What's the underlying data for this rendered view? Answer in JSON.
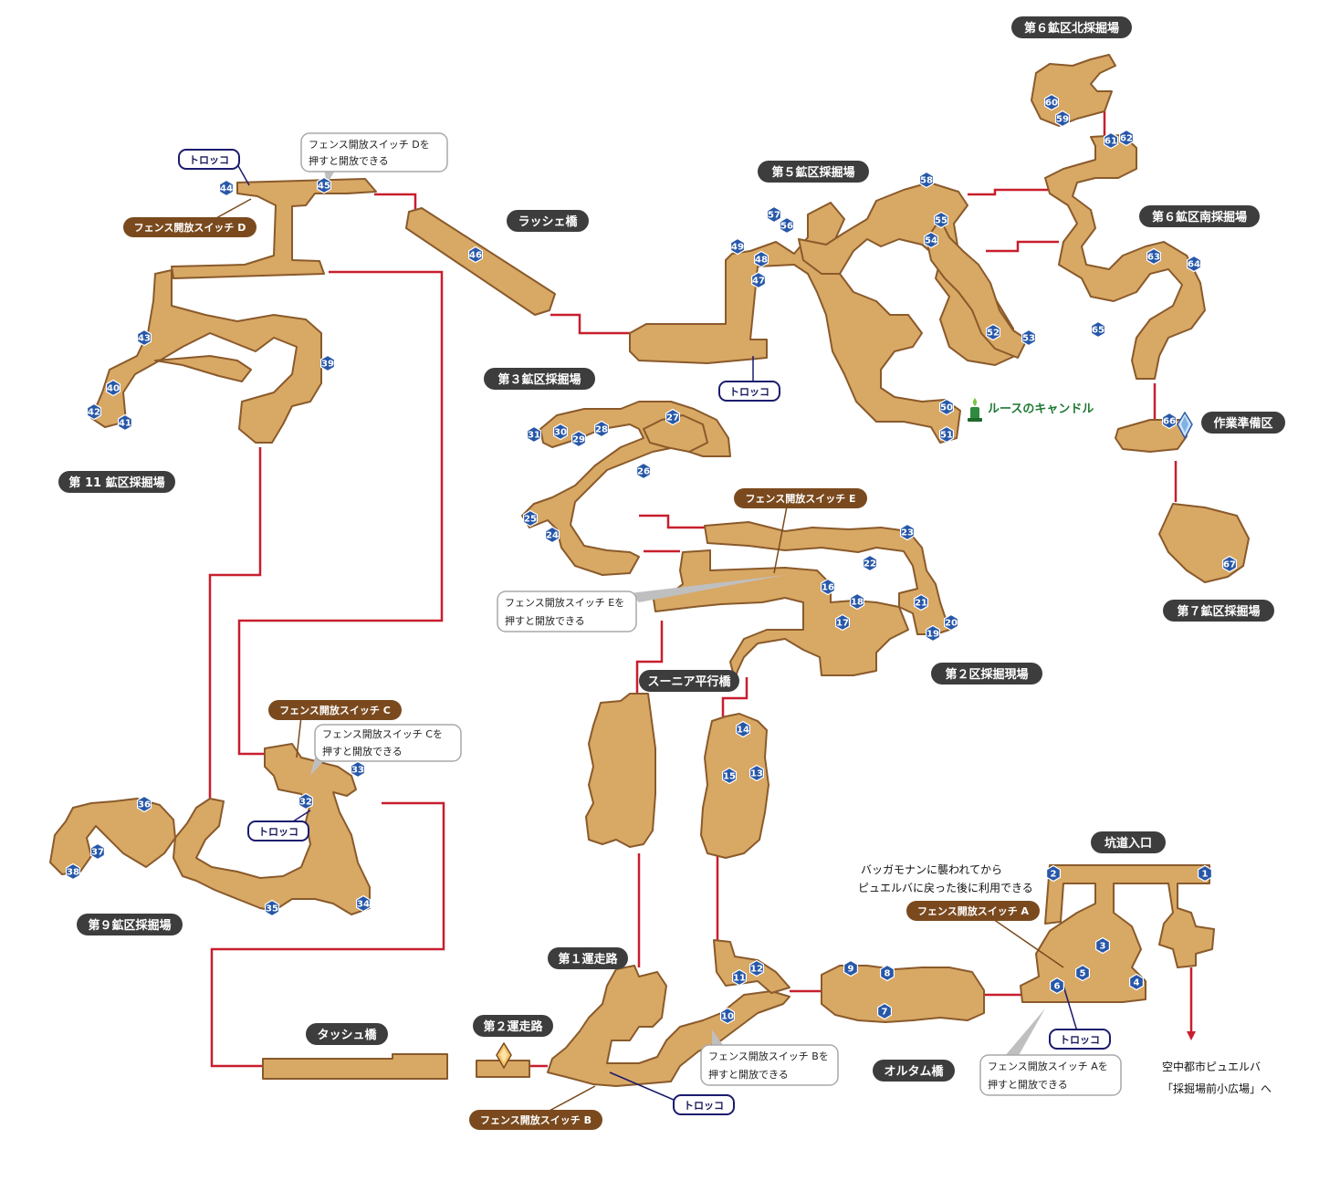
{
  "colors": {
    "floor": "#d8a865",
    "floor_edge": "#8a5a2b",
    "connector": "#c81e2d",
    "area_label_bg": "#3d3d3d",
    "switch_label_bg": "#7a4a1e",
    "trolley_border": "#1b1b6e",
    "marker": "#2757a8",
    "candle": "#1e7a32"
  },
  "areas": {
    "mine6_north": "第６鉱区北採掘場",
    "mine6_south": "第６鉱区南採掘場",
    "mine5": "第５鉱区採掘場",
    "rasshe_bridge": "ラッシェ橋",
    "mine3": "第３鉱区採掘場",
    "mine11": "第 11 鉱区採掘場",
    "mine7": "第７鉱区採掘場",
    "work_prep": "作業準備区",
    "mine2": "第２区採掘現場",
    "suunia_bridge": "スーニア平行橋",
    "mine9": "第９鉱区採掘場",
    "pit_entrance": "坑道入口",
    "runway1": "第１運走路",
    "runway2": "第２運走路",
    "tasshu_bridge": "タッシュ橋",
    "orutamu_bridge": "オルタム橋"
  },
  "switches": {
    "a": "フェンス開放スイッチ A",
    "b": "フェンス開放スイッチ B",
    "c": "フェンス開放スイッチ C",
    "d": "フェンス開放スイッチ D",
    "e": "フェンス開放スイッチ E"
  },
  "callouts": {
    "d": [
      "フェンス開放スイッチ Dを",
      "押すと開放できる"
    ],
    "e": [
      "フェンス開放スイッチ Eを",
      "押すと開放できる"
    ],
    "c": [
      "フェンス開放スイッチ Cを",
      "押すと開放できる"
    ],
    "b": [
      "フェンス開放スイッチ Bを",
      "押すと開放できる"
    ],
    "a": [
      "フェンス開放スイッチ Aを",
      "押すと開放できる"
    ]
  },
  "trolley": "トロッコ",
  "candle": "ルースのキャンドル",
  "notes": {
    "baggamonan": [
      "バッガモナンに襲われてから",
      "ピュエルバに戻った後に利用できる"
    ],
    "exit": [
      "空中都市ピュエルバ",
      "「採掘場前小広場」へ"
    ]
  },
  "markers": [
    "1",
    "2",
    "3",
    "4",
    "5",
    "6",
    "7",
    "8",
    "9",
    "10",
    "11",
    "12",
    "13",
    "14",
    "15",
    "16",
    "17",
    "18",
    "19",
    "20",
    "21",
    "22",
    "23",
    "24",
    "25",
    "26",
    "27",
    "28",
    "29",
    "30",
    "31",
    "32",
    "33",
    "34",
    "35",
    "36",
    "37",
    "38",
    "39",
    "40",
    "41",
    "42",
    "43",
    "44",
    "45",
    "46",
    "47",
    "48",
    "49",
    "50",
    "51",
    "52",
    "53",
    "54",
    "55",
    "56",
    "57",
    "58",
    "59",
    "60",
    "61",
    "62",
    "63",
    "64",
    "65",
    "66",
    "67"
  ]
}
